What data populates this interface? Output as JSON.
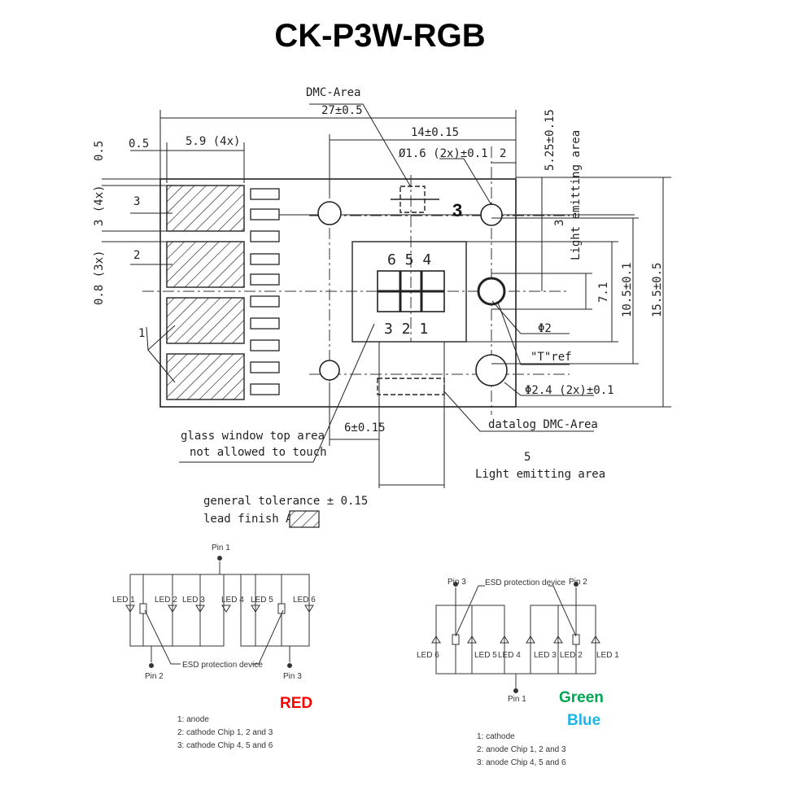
{
  "title": "CK-P3W-RGB",
  "drawing": {
    "dmc_area": "DMC-Area",
    "dim_27": "27±0.5",
    "dim_14": "14±0.15",
    "dim_1_6": "Ø1.6 (2x)±0.1",
    "dim_2_top": "2",
    "dim_5_25": "5.25±0.15",
    "light_area_right": "3\nLight emitting area",
    "dim_0_5_left": "0.5",
    "dim_0_5_top": "0.5",
    "dim_5_9": "5.9 (4x)",
    "dim_3_4x": "3 (4x)",
    "dim_0_8_3x": "0.8 (3x)",
    "pad_3": "3",
    "pad_2": "2",
    "pad_1": "1",
    "marker_3": "3",
    "chips_top": "6 5 4",
    "chips_bottom": "3 2 1",
    "dim_7_1": "7.1",
    "dim_10_5": "10.5±0.1",
    "dim_15_5": "15.5±0.5",
    "phi_2": "Φ2",
    "t_ref": "\"T\"ref",
    "phi_2_4": "Φ2.4 (2x)±0.1",
    "datalog": "datalog DMC-Area",
    "dim_6": "6±0.15",
    "glass_1": "glass window top area",
    "glass_2": "not allowed to touch",
    "dim_5_bottom": "5",
    "light_area_bottom": "Light emitting area",
    "tolerance": "general tolerance ± 0.15",
    "lead_finish": "lead finish Au"
  },
  "red_circuit": {
    "pin1": "Pin 1",
    "pin2": "Pin 2",
    "pin3": "Pin 3",
    "leds": [
      "LED 1",
      "LED 2",
      "LED 3",
      "LED 4",
      "LED 5",
      "LED 6"
    ],
    "esd": "ESD protection device",
    "color_label": "RED",
    "legend": [
      "1: anode",
      "2: cathode Chip 1, 2 and 3",
      "3: cathode Chip 4, 5 and 6"
    ]
  },
  "gb_circuit": {
    "pin3": "Pin 3",
    "pin2": "Pin 2",
    "pin1": "Pin 1",
    "esd": "ESD protection device",
    "leds": [
      "LED 6",
      "LED 5",
      "LED 4",
      "LED 3",
      "LED 2",
      "LED 1"
    ],
    "color_green": "Green",
    "color_blue": "Blue",
    "legend": [
      "1: cathode",
      "2: anode Chip 1, 2 and 3",
      "3: anode Chip 4, 5 and 6"
    ]
  },
  "colors": {
    "red": "#ff0000",
    "green": "#00a651",
    "blue": "#1fb4e6"
  }
}
